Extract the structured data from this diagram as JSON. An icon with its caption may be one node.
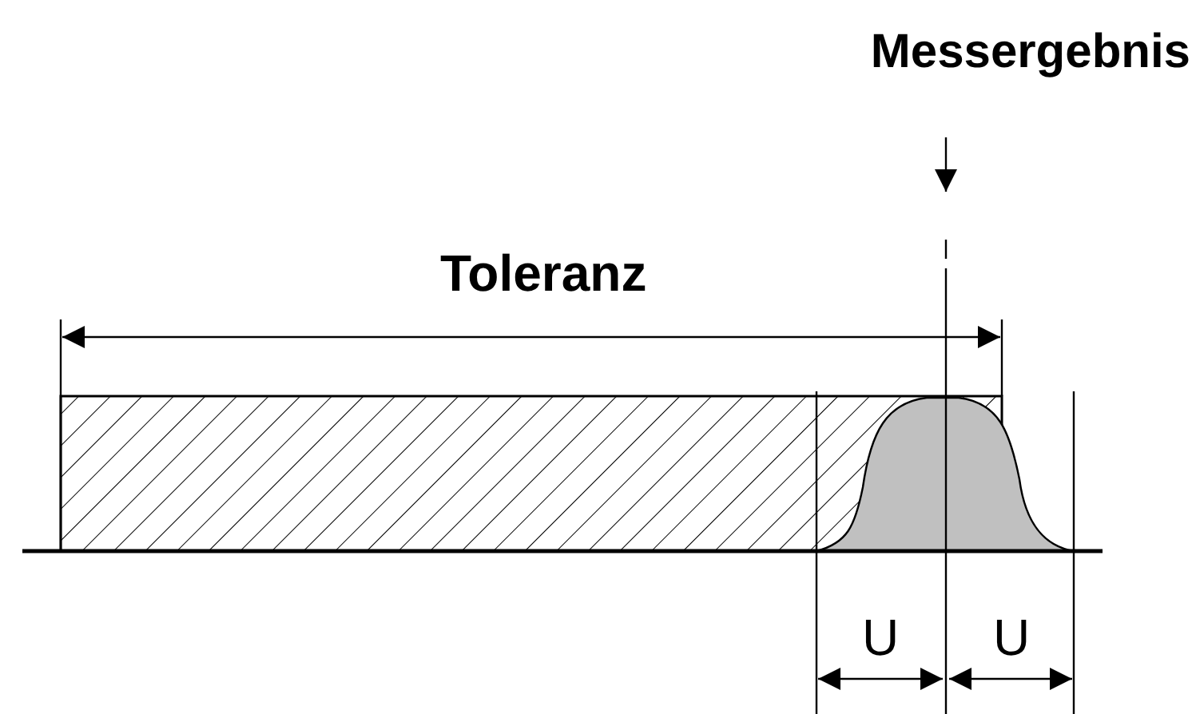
{
  "diagram": {
    "labels": [
      "Messergebnis",
      "Toleranz",
      "U",
      "U"
    ]
  }
}
